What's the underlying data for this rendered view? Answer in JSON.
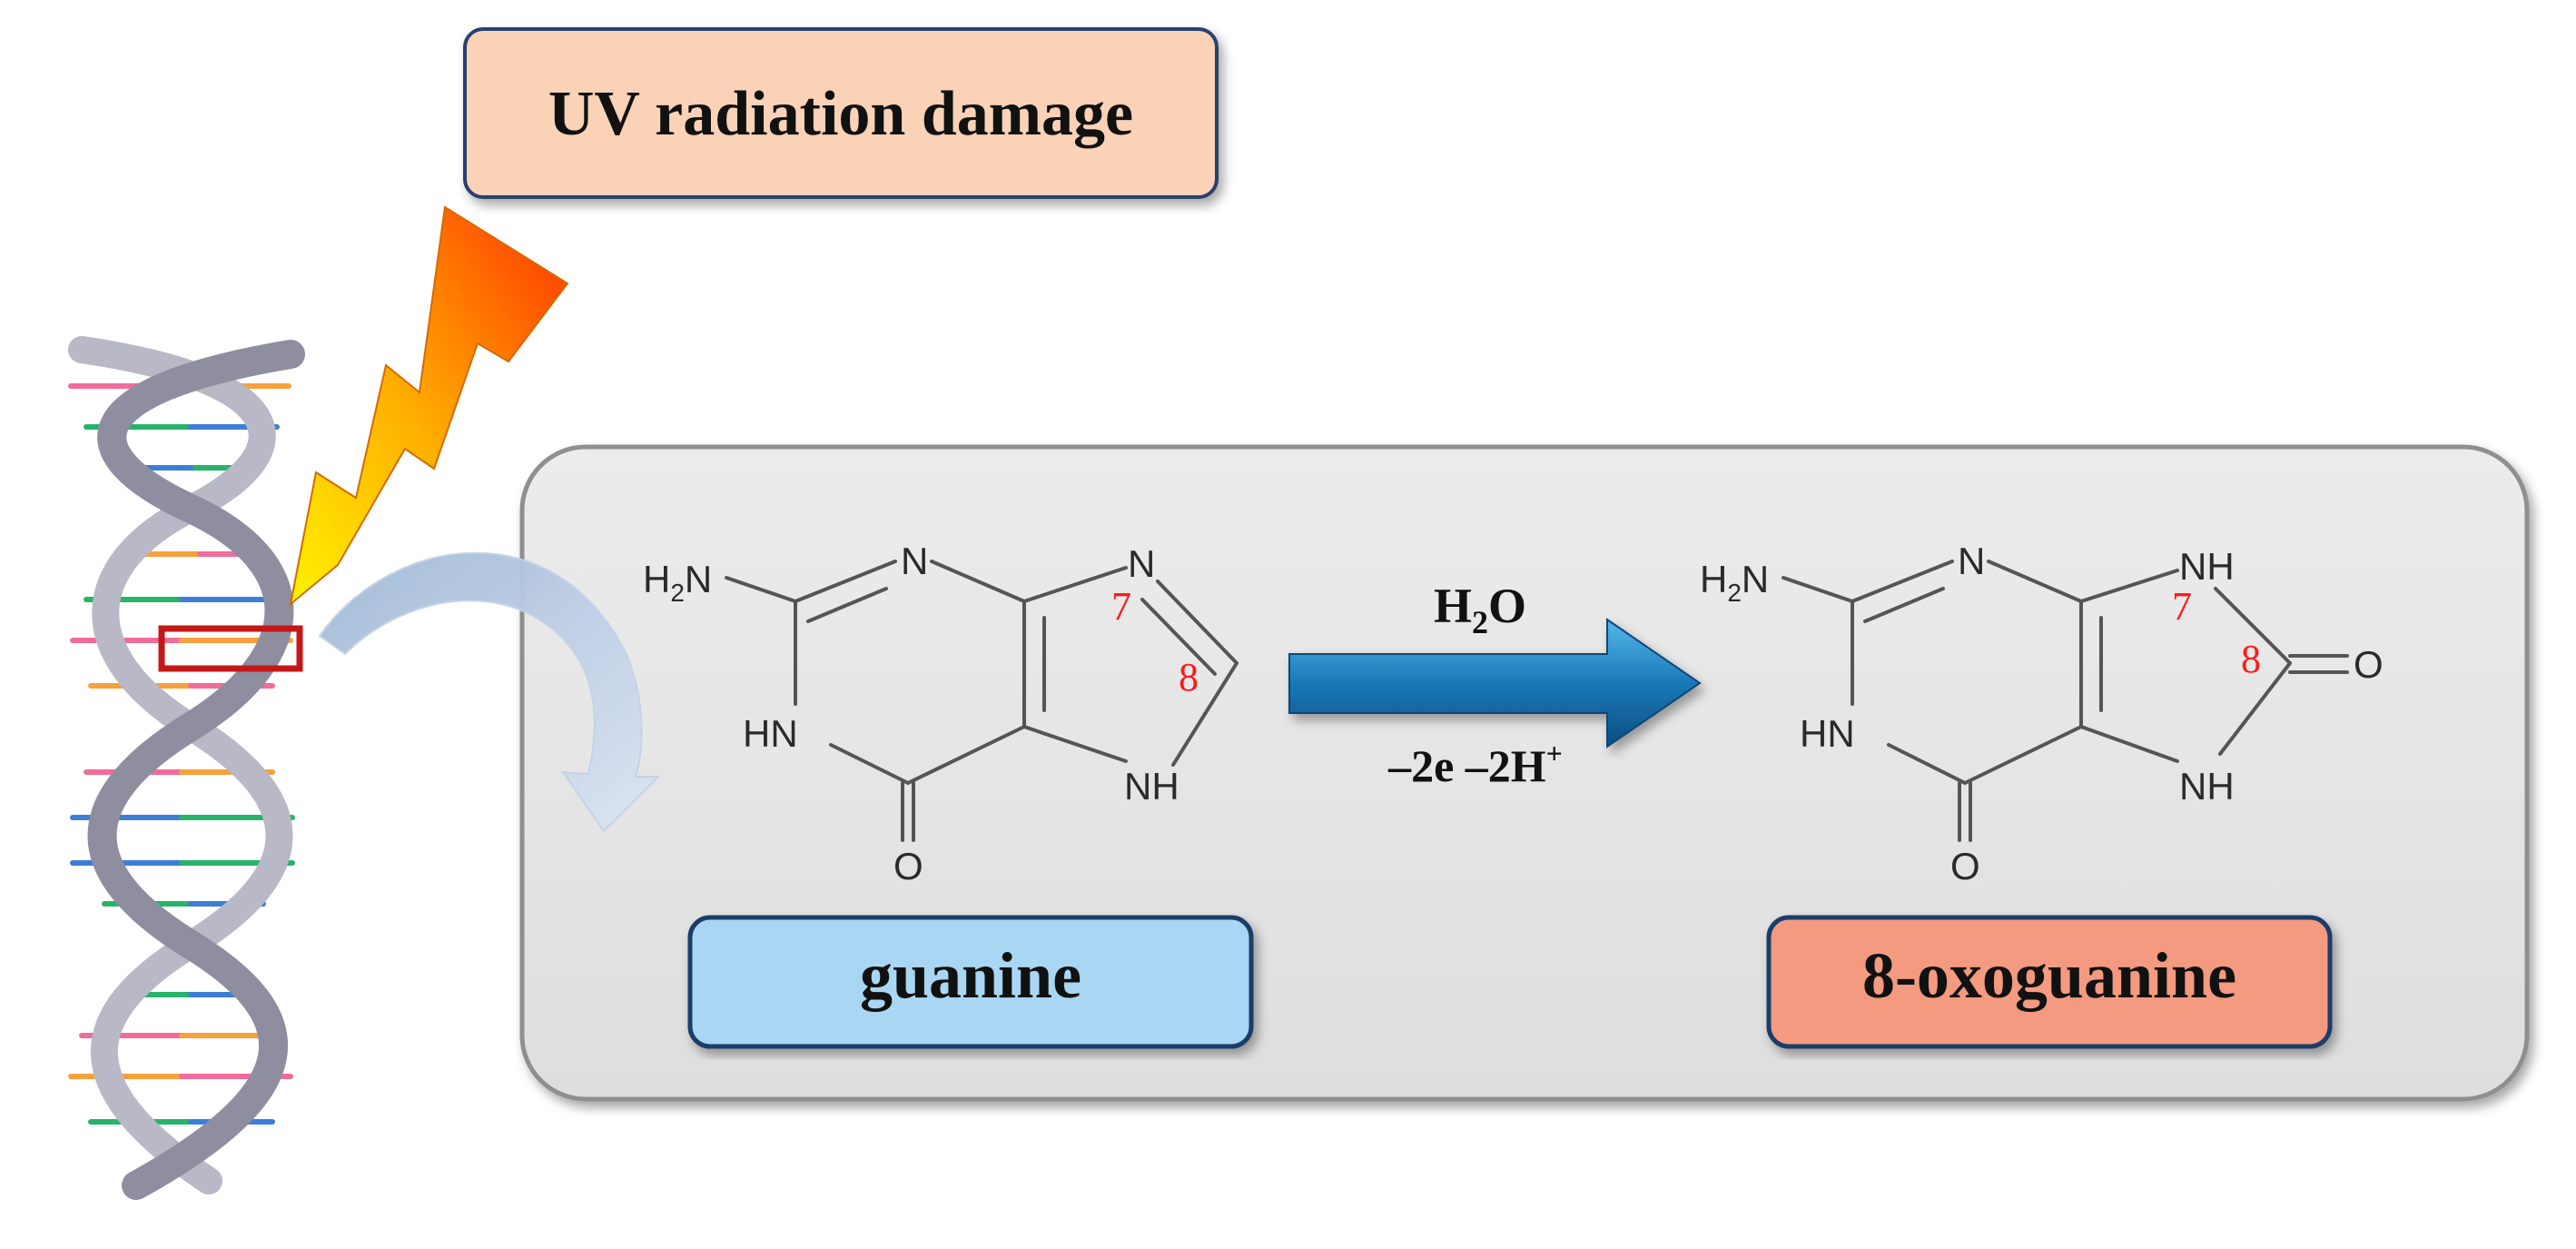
{
  "title_box": {
    "label": "UV radiation damage",
    "fill": "#f9d2b8",
    "border": "#2a3f6e"
  },
  "reaction": {
    "reagent": {
      "symbol": "H",
      "subscript": "2",
      "rest": "O"
    },
    "conditions": "–2e –2H",
    "conditions_sup": "+",
    "arrow_color": "#1a78b8"
  },
  "guanine": {
    "name": "guanine",
    "label_fill": "#a9d6f3",
    "atoms": {
      "amine": "H",
      "amine_sub": "2",
      "amine_tail": "N",
      "n_top": "N",
      "n7": "N",
      "hn": "HN",
      "nh": "NH",
      "o": "O"
    },
    "locants": {
      "seven": "7",
      "eight": "8"
    }
  },
  "oxoguanine": {
    "name": "8-oxoguanine",
    "label_fill": "#f49a80",
    "atoms": {
      "amine": "H",
      "amine_sub": "2",
      "amine_tail": "N",
      "n_top": "N",
      "nh7": "NH",
      "hn": "HN",
      "nh9": "NH",
      "o6": "O",
      "o8": "O"
    },
    "locants": {
      "seven": "7",
      "eight": "8"
    }
  },
  "panel": {
    "fill": "#e4e4e4",
    "border": "#8f8f8f"
  },
  "dna": {
    "backbone_color": "#9d9dae",
    "highlight_color": "#c41818"
  }
}
